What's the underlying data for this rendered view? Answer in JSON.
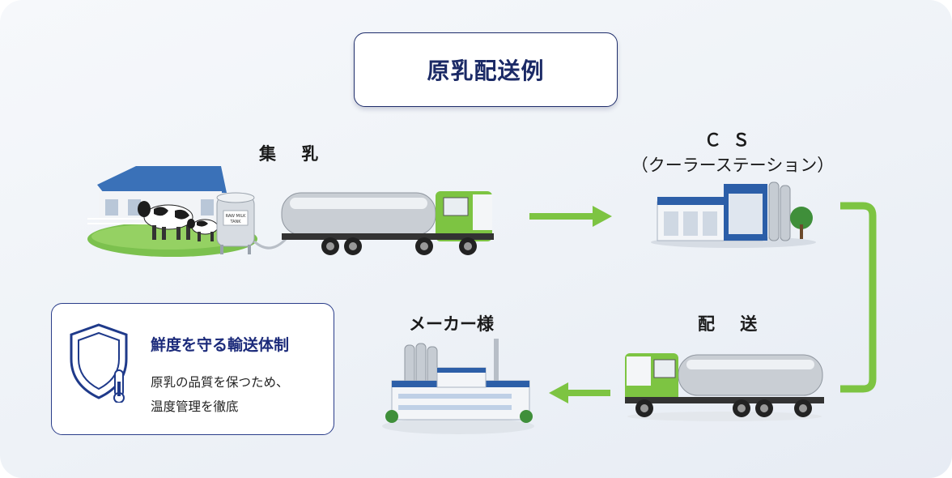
{
  "title": "原乳配送例",
  "steps": {
    "collection": "集 乳",
    "cs_main": "ＣＳ",
    "cs_sub": "（クーラーステーション）",
    "delivery": "配 送",
    "manufacturer": "メーカー様"
  },
  "tank_label_line1": "RAW MILK",
  "tank_label_line2": "TANK",
  "info": {
    "title": "鮮度を守る輸送体制",
    "line1": "原乳の品質を保つため、",
    "line2": "温度管理を徹底"
  },
  "colors": {
    "arrow": "#7dc442",
    "navy": "#1b2a66",
    "truck_cab": "#7dc442"
  },
  "icons": [
    "shield-thermometer-icon"
  ]
}
